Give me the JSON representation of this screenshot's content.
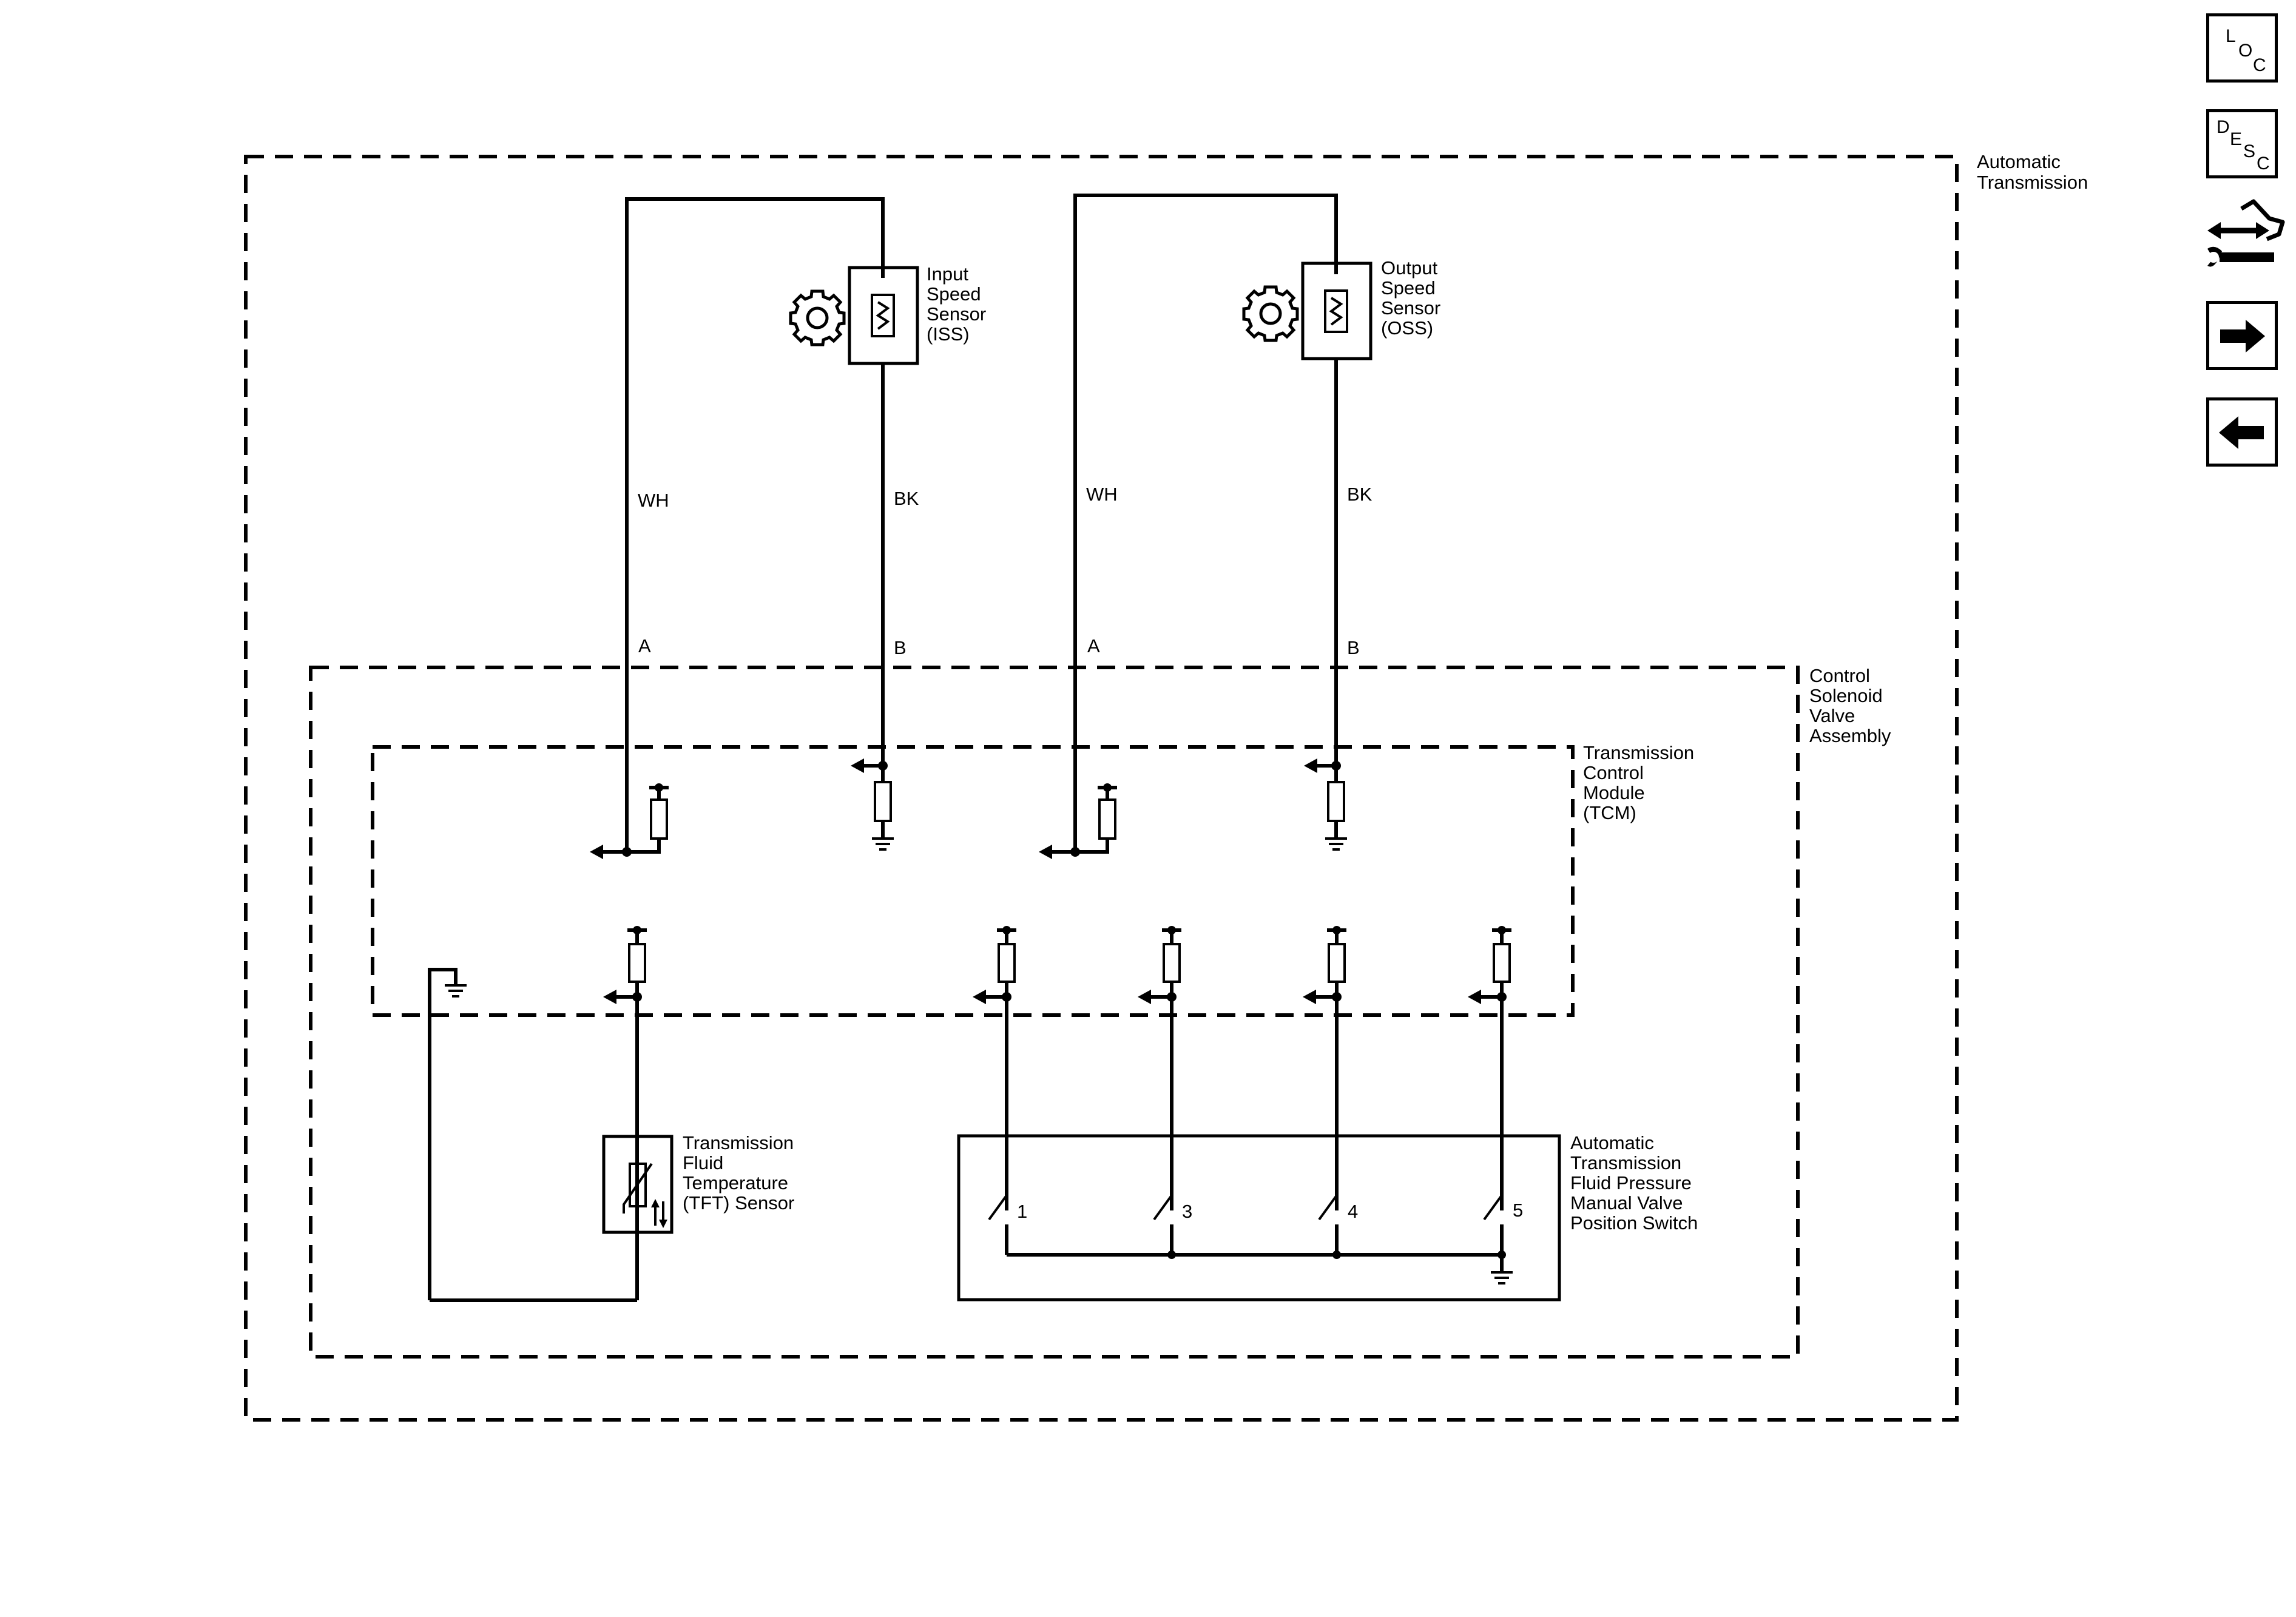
{
  "nav": {
    "loc": {
      "letters": [
        "L",
        "O",
        "C"
      ]
    },
    "desc": {
      "letters": [
        "D",
        "E",
        "S",
        "C"
      ]
    },
    "connector_icon": "connector-tool-icon",
    "next_icon": "arrow-right-icon",
    "prev_icon": "arrow-left-icon"
  },
  "labels": {
    "automatic_transmission": [
      "Automatic",
      "Transmission"
    ],
    "control_solenoid": [
      "Control",
      "Solenoid",
      "Valve",
      "Assembly"
    ],
    "tcm": [
      "Transmission",
      "Control",
      "Module",
      "(TCM)"
    ],
    "iss": [
      "Input",
      "Speed",
      "Sensor",
      "(ISS)"
    ],
    "oss": [
      "Output",
      "Speed",
      "Sensor",
      "(OSS)"
    ],
    "tft": [
      "Transmission",
      "Fluid",
      "Temperature",
      "(TFT) Sensor"
    ],
    "switch": [
      "Automatic",
      "Transmission",
      "Fluid Pressure",
      "Manual Valve",
      "Position Switch"
    ]
  },
  "wires": {
    "iss_signal_color": "WH",
    "iss_low_color": "BK",
    "oss_signal_color": "WH",
    "oss_low_color": "BK"
  },
  "pins": {
    "iss_a": "A",
    "iss_b": "B",
    "oss_a": "A",
    "oss_b": "B",
    "switch_contacts": [
      "1",
      "3",
      "4",
      "5"
    ]
  },
  "ink_color": "#000000"
}
